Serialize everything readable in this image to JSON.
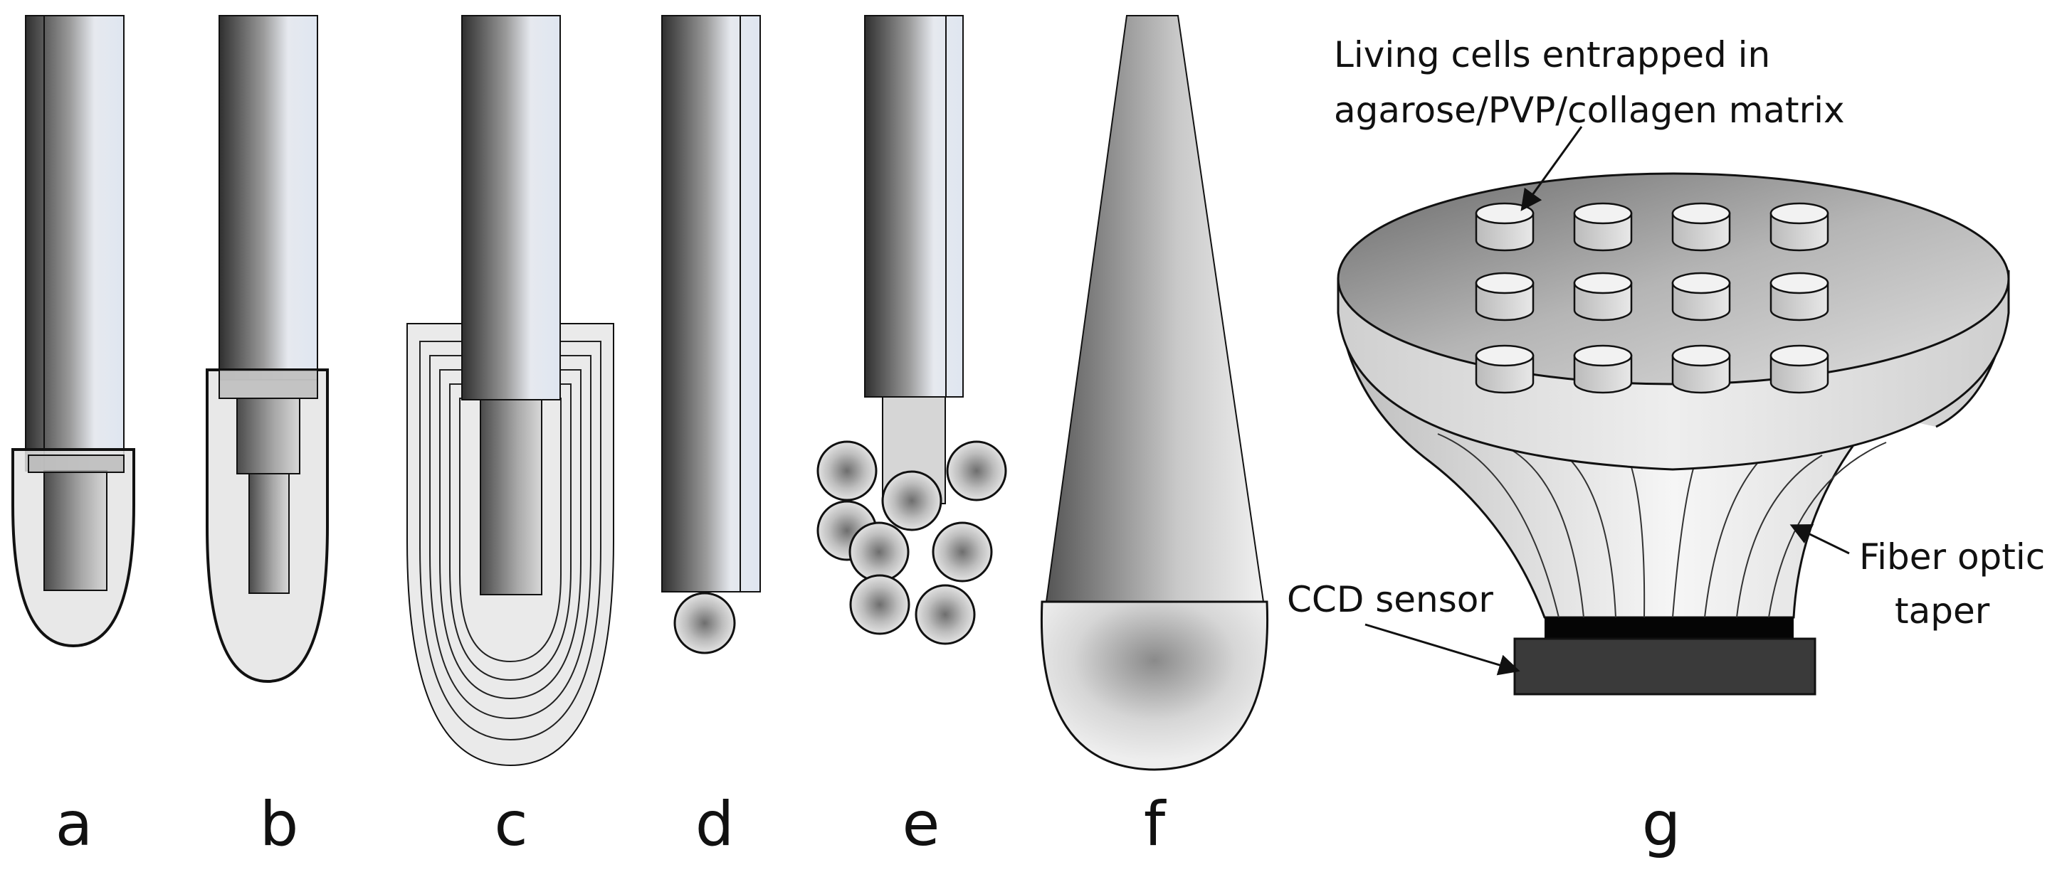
{
  "panels": {
    "a": {
      "label": "a"
    },
    "b": {
      "label": "b"
    },
    "c": {
      "label": "c"
    },
    "d": {
      "label": "d"
    },
    "e": {
      "label": "e"
    },
    "f": {
      "label": "f"
    },
    "g": {
      "label": "g"
    }
  },
  "annotations": {
    "cells_line1": "Living cells entrapped in",
    "cells_line2": "agarose/PVP/collagen matrix",
    "ccd": "CCD sensor",
    "taper_line1": "Fiber optic",
    "taper_line2": "taper"
  },
  "colors": {
    "outline": "#111111",
    "fiber_dark": "#2a2a2a",
    "fiber_light": "#e9eef6",
    "coating": "#e3e3e3",
    "ccd": "#3a3a3a"
  }
}
